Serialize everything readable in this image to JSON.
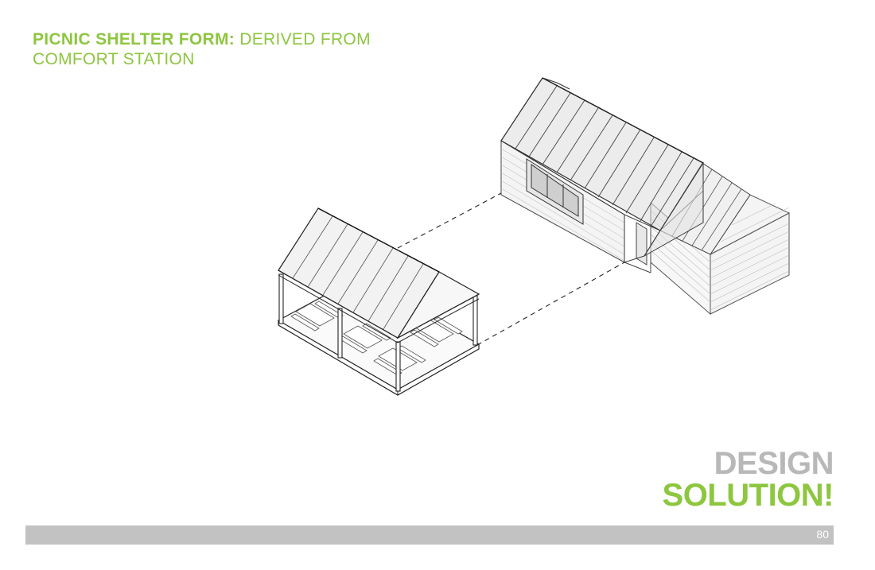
{
  "header": {
    "title_bold": "PICNIC SHELTER FORM:",
    "title_rest": "DERIVED FROM COMFORT STATION"
  },
  "section_label": {
    "line1": "DESIGN",
    "line2": "SOLUTION!"
  },
  "footer": {
    "page_number": "80"
  },
  "colors": {
    "accent": "#8dc63f",
    "muted": "#b8b8b8",
    "bar": "#c2c2c2"
  }
}
